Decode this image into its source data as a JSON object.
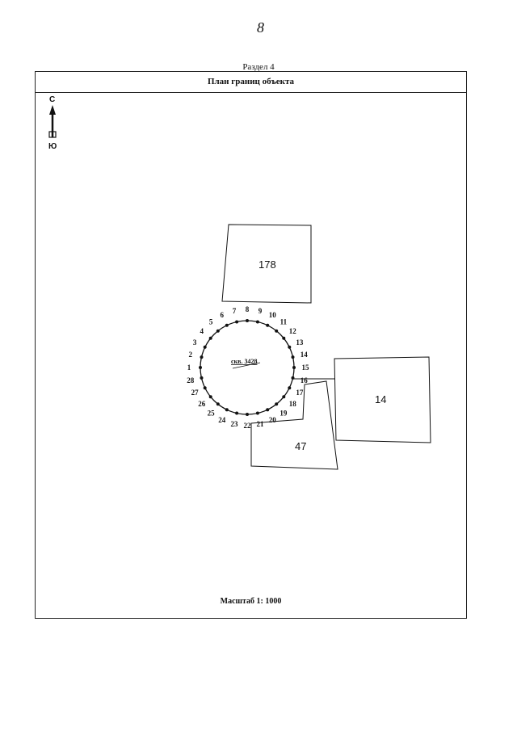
{
  "page": {
    "number": "8"
  },
  "header": {
    "section": "Раздел 4",
    "title": "План границ объекта"
  },
  "compass": {
    "north": "С",
    "south": "Ю"
  },
  "feature": {
    "label": "скв. 3428"
  },
  "parcels": [
    {
      "id": "p178",
      "label": "178"
    },
    {
      "id": "p14",
      "label": "14"
    },
    {
      "id": "p47",
      "label": "47"
    }
  ],
  "points": [
    "1",
    "2",
    "3",
    "4",
    "5",
    "6",
    "7",
    "8",
    "9",
    "10",
    "11",
    "12",
    "13",
    "14",
    "15",
    "16",
    "17",
    "18",
    "19",
    "20",
    "21",
    "22",
    "23",
    "24",
    "25",
    "26",
    "27",
    "28"
  ],
  "footer": {
    "scale": "Масштаб 1: 1000"
  }
}
